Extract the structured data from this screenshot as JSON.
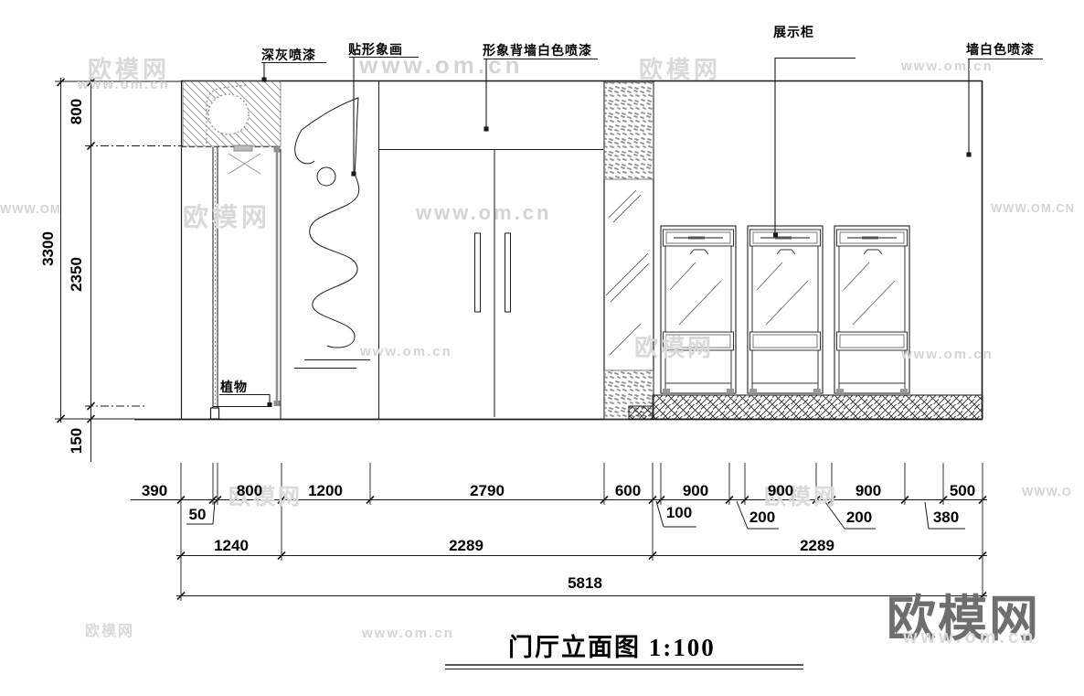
{
  "drawing_title": {
    "text": "门厅立面图 1:100"
  },
  "callouts": {
    "dark_gray_paint": "深灰喷漆",
    "image_painting": "贴形象画",
    "image_back_wall_white_paint": "形象背墙白色喷漆",
    "display_cabinet": "展示柜",
    "wall_white_paint": "墙白色喷漆",
    "plant": "植物"
  },
  "dimensions": {
    "vertical_overall": "3300",
    "vertical": [
      "800",
      "2350",
      "150"
    ],
    "row1": [
      "390",
      "50",
      "800",
      "1200",
      "2790",
      "600",
      "100",
      "900",
      "200",
      "900",
      "200",
      "900",
      "380",
      "500"
    ],
    "row2": [
      "1240",
      "2289",
      "2289"
    ],
    "overall_width": "5818"
  },
  "watermarks": {
    "brand": "欧模网",
    "url": "www.om.cn",
    "url_caps": "WWW.OM.CN",
    "url_caps_short": "WWW.OM",
    "url_caps_partial": "WWW.O"
  },
  "colors": {
    "line": "#1a1a1a",
    "gray_accent": "#8f8f8f",
    "hatch_gray": "#9a9a9a",
    "watermark_gray": "#d4d4d4",
    "logo_gray": "#6e6e6e"
  }
}
